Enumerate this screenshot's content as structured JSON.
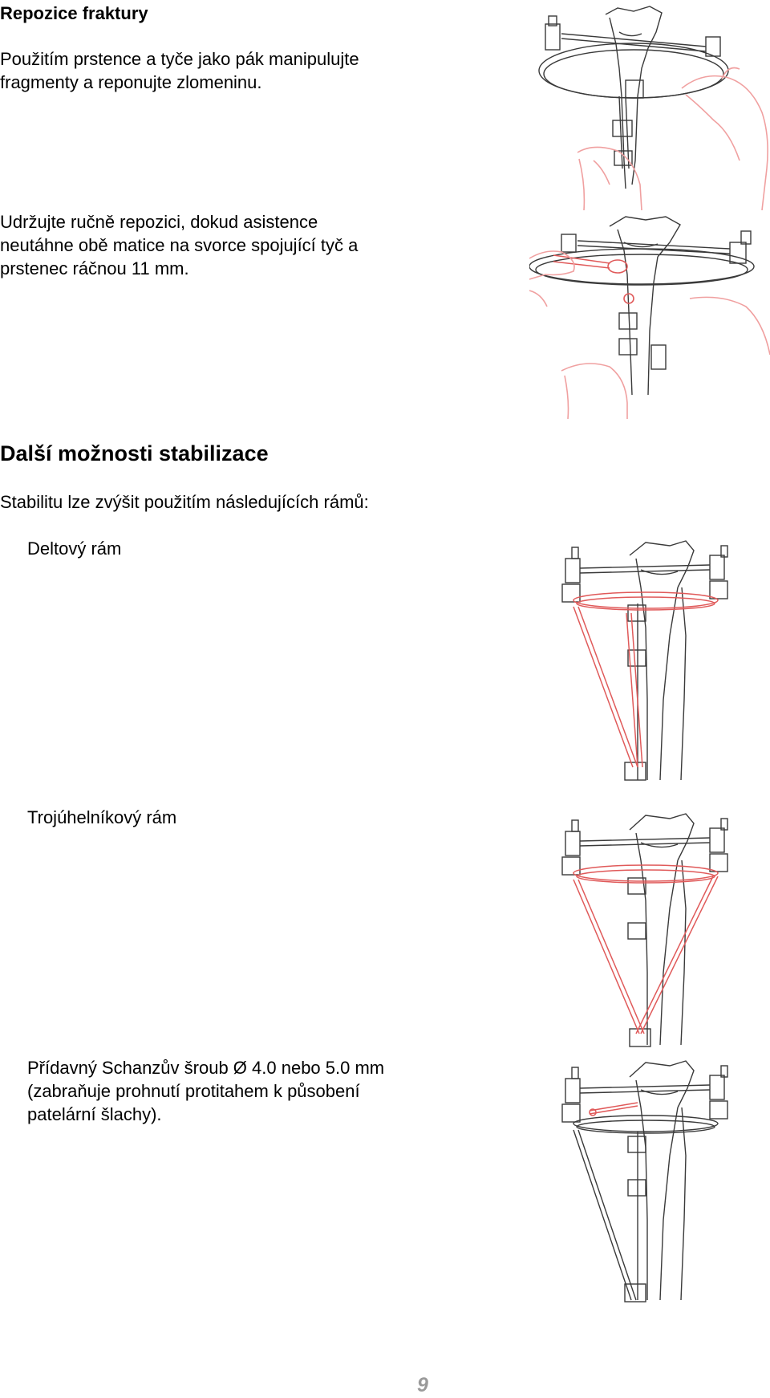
{
  "section1": {
    "heading": "Repozice fraktury",
    "para1_line1": "Použitím prstence a tyče jako pák manipulujte",
    "para1_line2": "fragmenty a reponujte zlomeninu.",
    "para2_line1": "Udržujte ručně repozici, dokud asistence",
    "para2_line2": "neutáhne obě matice na svorce spojující tyč a",
    "para2_line3": "prstenec ráčnou 11 mm."
  },
  "section2": {
    "heading": "Další možnosti stabilizace",
    "intro": "Stabilitu lze zvýšit použitím následujících rámů:",
    "item1_label": "Deltový rám",
    "item2_label": "Trojúhelníkový rám",
    "item3_line1": "Přídavný Schanzův šroub Ø 4.0 nebo 5.0 mm",
    "item3_line2": "(zabraňuje prohnutí protitahem k působení",
    "item3_line3": "patelární šlachy)."
  },
  "colors": {
    "highlight": "#e05a5a",
    "line": "#3a3a3a",
    "hand": "#f0a0a0",
    "page_number": "#9a9a9a"
  },
  "page_number": "9"
}
